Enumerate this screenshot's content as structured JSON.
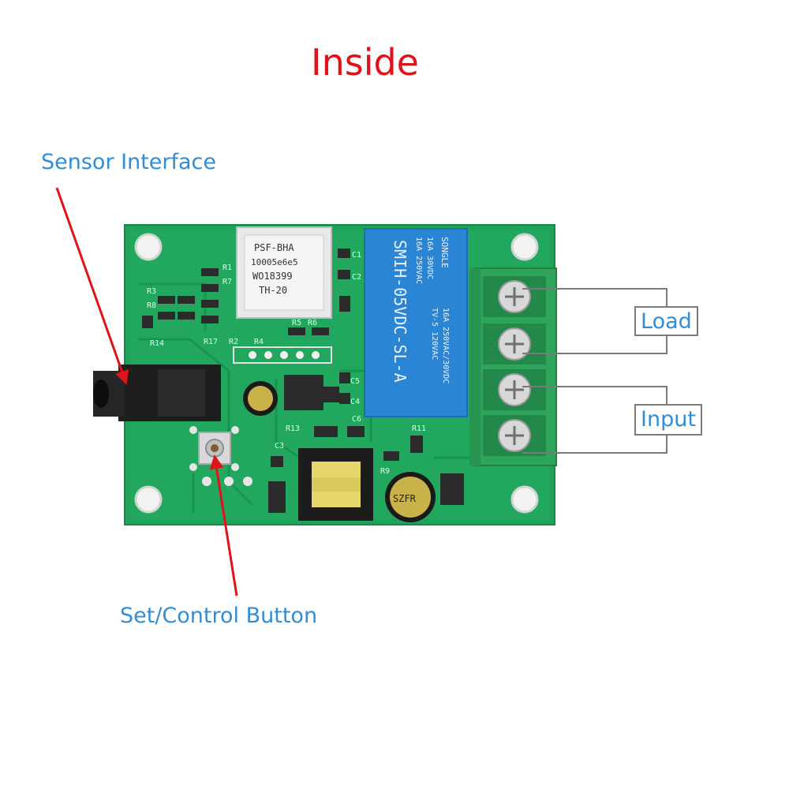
{
  "title": "Inside",
  "labels": {
    "sensor_interface": "Sensor Interface",
    "set_control_button": "Set/Control Button",
    "load": "Load",
    "input": "Input"
  },
  "pcb": {
    "module_text_1": "PSF-BHA",
    "module_text_2": "10005e6e5",
    "module_text_3": "WO18399",
    "module_text_4": "TH-20",
    "relay_model": "SMIH-05VDC-SL-A",
    "relay_rating_1": "16A 250VAC",
    "relay_rating_2": "16A 30VDC",
    "relay_brand": "SONGLE",
    "relay_rating_3": "TV-5 120VAC",
    "relay_rating_4": "16A 250VAC/30VDC",
    "capacitor_text": "SZFR",
    "silk_r1": "R1",
    "silk_r3": "R3",
    "silk_r7": "R7",
    "silk_r8": "R8",
    "silk_r14": "R14",
    "silk_r17": "R17",
    "silk_r2": "R2",
    "silk_r4": "R4",
    "silk_r5": "R5",
    "silk_r6": "R6",
    "silk_c1": "C1",
    "silk_c2": "C2",
    "silk_c3": "C3",
    "silk_c4": "C4",
    "silk_c5": "C5",
    "silk_c6": "C6",
    "silk_r9": "R9",
    "silk_r11": "R11",
    "silk_r13": "R13"
  },
  "colors": {
    "title": "#e0131a",
    "label": "#2f8ed6",
    "arrow": "#e0131a",
    "board": "#1fa35a",
    "relay": "#2a86d4",
    "terminal": "#2fa55b"
  }
}
